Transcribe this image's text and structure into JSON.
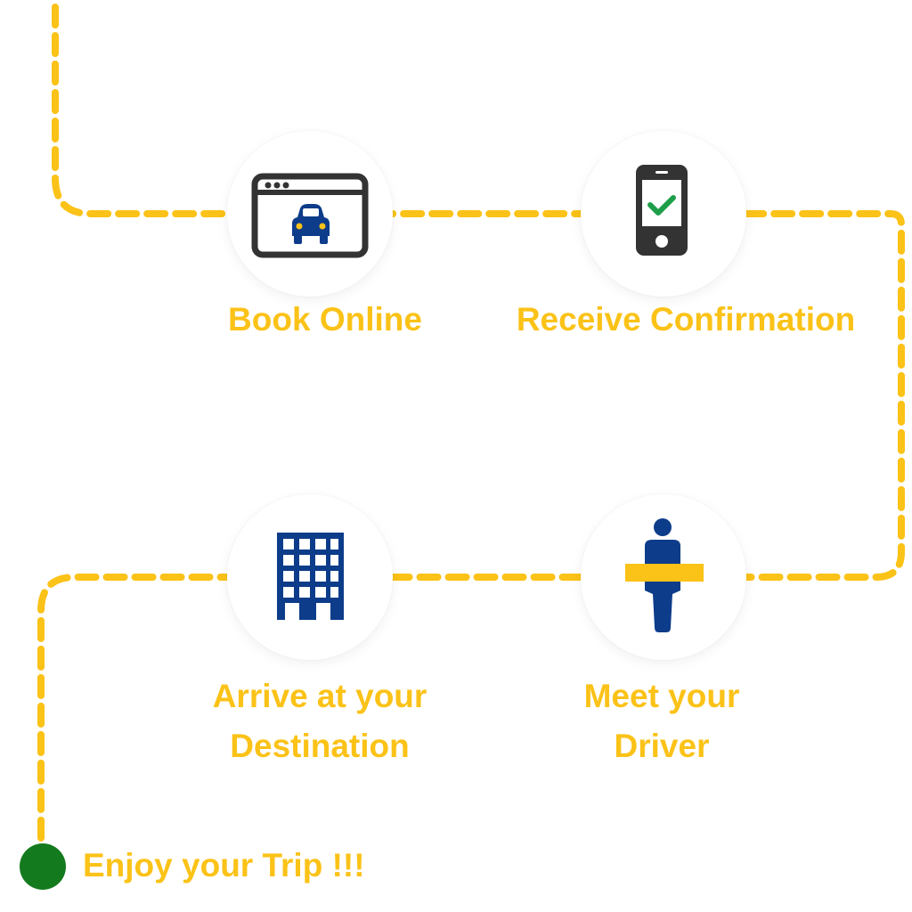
{
  "colors": {
    "route": "#FBC217",
    "label": "#FBC217",
    "icon_dark": "#333333",
    "icon_blue": "#0D3C8A",
    "icon_green": "#1E9E4A",
    "end_dot": "#137A1E"
  },
  "steps": [
    {
      "label": "Book Online",
      "icon": "browser-car-icon"
    },
    {
      "label": "Receive Confirmation",
      "icon": "phone-check-icon"
    },
    {
      "label_line1": "Meet your",
      "label_line2": "Driver",
      "icon": "driver-sign-icon"
    },
    {
      "label_line1": "Arrive at your",
      "label_line2": "Destination",
      "icon": "building-icon"
    }
  ],
  "end": {
    "label": "Enjoy your Trip !!!"
  }
}
